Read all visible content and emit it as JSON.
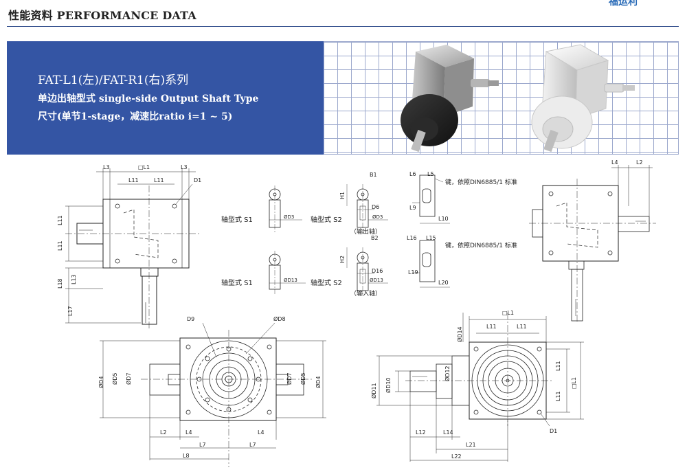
{
  "header": {
    "title": "性能资料 PERFORMANCE DATA",
    "brand": "福运利"
  },
  "banner": {
    "series": "FAT-L1(左)/FAT-R1(右)系列",
    "type": "单边出轴型式 single-side Output Shaft Type",
    "size": "尺寸(单节1-stage，减速比ratio i=1 ~ 5)"
  },
  "colors": {
    "banner_blue": "#3455a4",
    "grid_line": "#9aa7cc",
    "rule": "#2d4a8a"
  },
  "shaft_details": {
    "s1_label": "轴型式 S1",
    "s2_label": "轴型式 S2",
    "output_note": "（输出轴）",
    "input_note": "（输入轴）",
    "key_note": "键，依照DIN6885/1 标准",
    "d3": "ØD3",
    "d13": "ØD13",
    "d6": "D6",
    "d16": "D16",
    "b1": "B1",
    "b2": "B2",
    "h1": "H1",
    "h2": "H2",
    "l5": "L5",
    "l6": "L6",
    "l9": "L9",
    "l10": "L10",
    "l15": "L15",
    "l16": "L16",
    "l19": "L19",
    "l20": "L20"
  },
  "top_left_view": {
    "l1": "□L1",
    "l3": "L3",
    "l11": "L11",
    "d1": "D1",
    "l13": "L13",
    "l17": "L17",
    "l18": "L18"
  },
  "top_right_view": {
    "l2": "L2",
    "l4": "L4"
  },
  "bottom_left_view": {
    "d9": "D9",
    "d8": "ØD8",
    "d4": "ØD4",
    "d5": "ØD5",
    "d7": "ØD7",
    "l2": "L2",
    "l4": "L4",
    "l7": "L7",
    "l8": "L8"
  },
  "bottom_right_view": {
    "l1": "□L1",
    "l11": "L11",
    "d14": "ØD14",
    "d10": "ØD10",
    "d11": "ØD11",
    "d12": "ØD12",
    "d1": "D1",
    "l12": "L12",
    "l14": "L14",
    "l21": "L21",
    "l22": "L22"
  }
}
